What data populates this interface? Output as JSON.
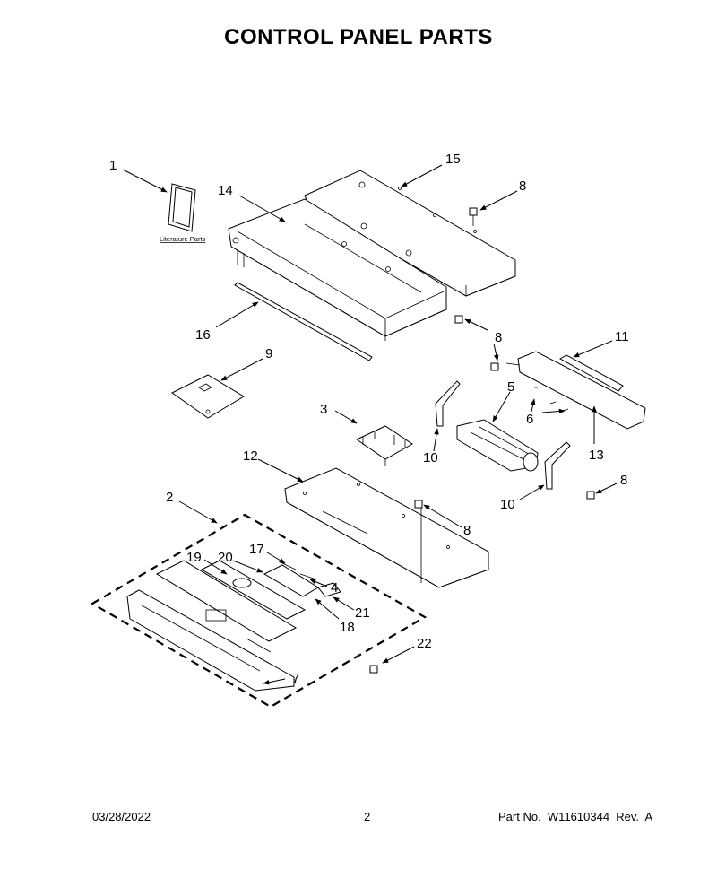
{
  "page": {
    "title": "CONTROL PANEL PARTS",
    "footer": {
      "date": "03/28/2022",
      "page_number": "2",
      "part_number": "Part No.  W11610344  Rev.  A"
    }
  },
  "diagram": {
    "literature_label": "Literature Parts",
    "callouts": [
      "1",
      "14",
      "15",
      "8",
      "16",
      "9",
      "8",
      "11",
      "5",
      "3",
      "6",
      "13",
      "10",
      "12",
      "10",
      "8",
      "2",
      "8",
      "17",
      "20",
      "19",
      "4",
      "21",
      "18",
      "22",
      "7"
    ]
  }
}
